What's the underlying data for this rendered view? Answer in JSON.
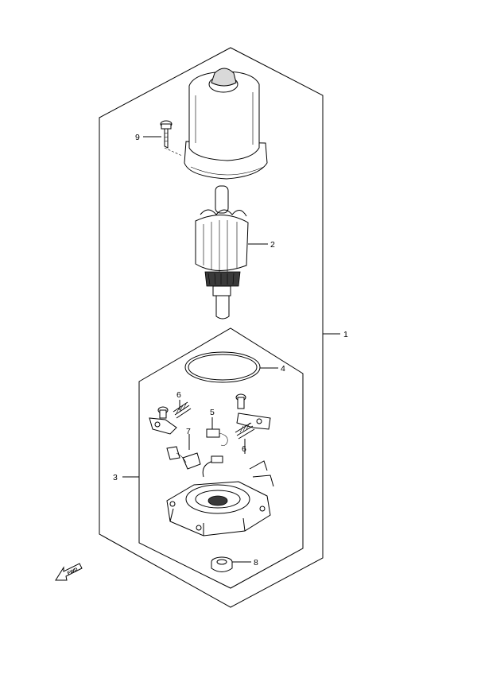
{
  "callouts": {
    "c1": "1",
    "c2": "2",
    "c3": "3",
    "c4": "4",
    "c5": "5",
    "c6a": "6",
    "c6b": "6",
    "c7": "7",
    "c8": "8",
    "c9": "9"
  },
  "direction_badge": {
    "text": "FWD",
    "icon": "arrow-left-down-icon"
  }
}
